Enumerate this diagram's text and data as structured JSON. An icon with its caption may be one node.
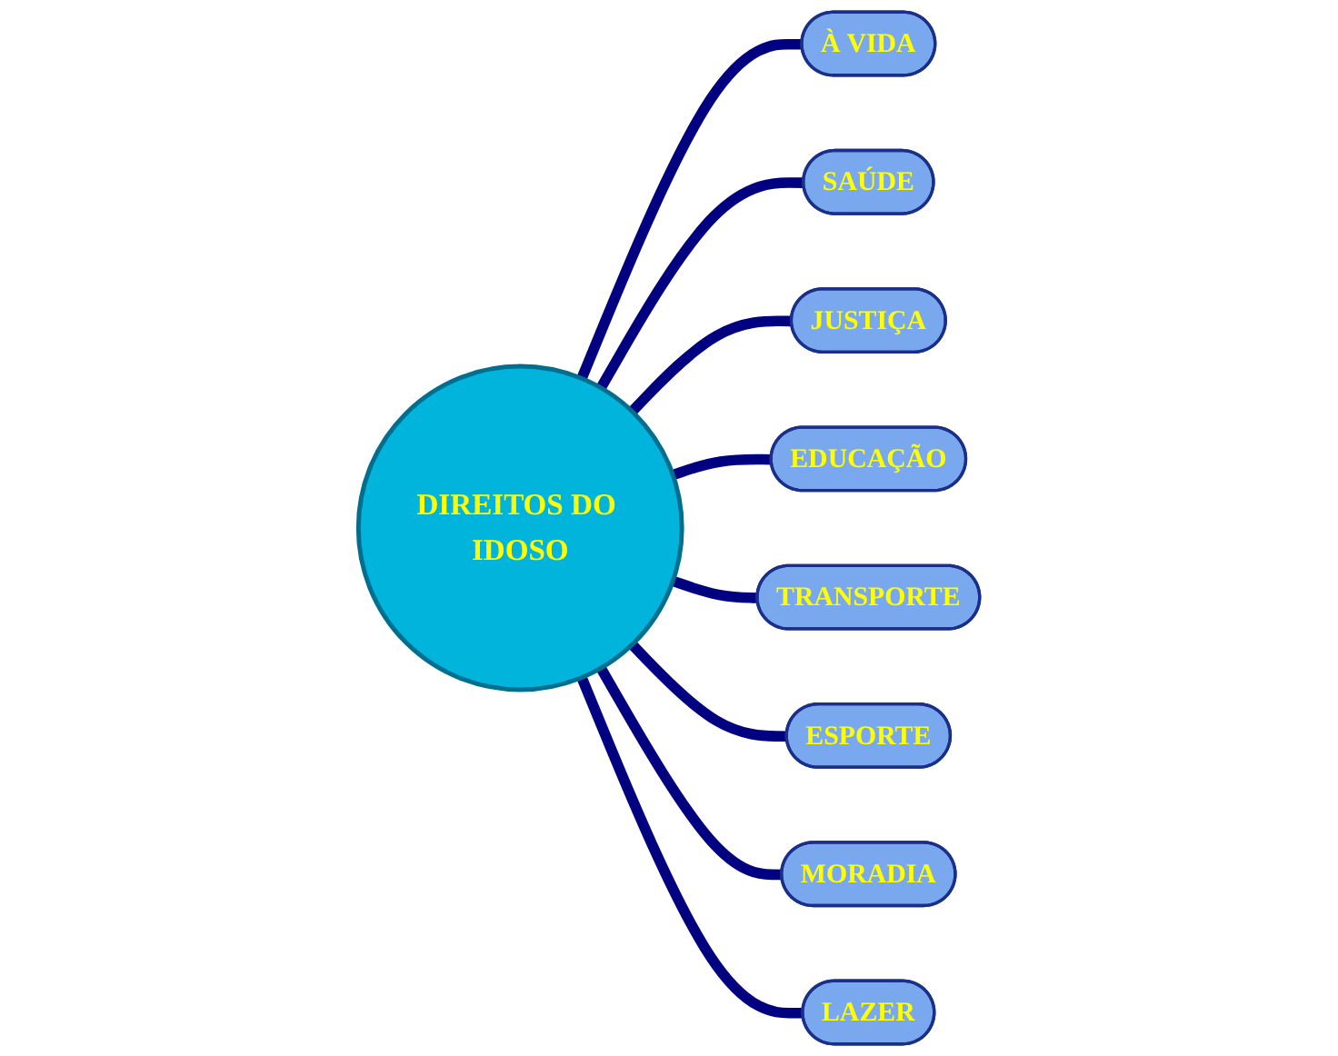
{
  "diagram": {
    "nodes": [
      {
        "text": [
          "À VIDA"
        ]
      },
      {
        "text": [
          "SAÚDE"
        ]
      },
      {
        "text": [
          "JUSTIÇA"
        ]
      },
      {
        "text": [
          "DIREITOS DO IDOSO"
        ]
      },
      {
        "text": [
          "EDUCAÇÃO"
        ]
      },
      {
        "text": [
          "TRANSPORTE"
        ]
      },
      {
        "text": [
          "ESPORTE"
        ]
      },
      {
        "text": [
          "MORADIA"
        ]
      },
      {
        "text": [
          "LAZER"
        ]
      }
    ],
    "edges": [
      {
        "from": 3,
        "to": 0,
        "arrow": "none"
      },
      {
        "from": 3,
        "to": 1,
        "arrow": "none"
      },
      {
        "from": 3,
        "to": 2,
        "arrow": "none"
      },
      {
        "from": 3,
        "to": 4,
        "arrow": "none"
      },
      {
        "from": 3,
        "to": 5,
        "arrow": "none"
      },
      {
        "from": 3,
        "to": 6,
        "arrow": "none"
      },
      {
        "from": 3,
        "to": 7,
        "arrow": "none"
      },
      {
        "from": 3,
        "to": 8,
        "arrow": "none"
      }
    ]
  }
}
